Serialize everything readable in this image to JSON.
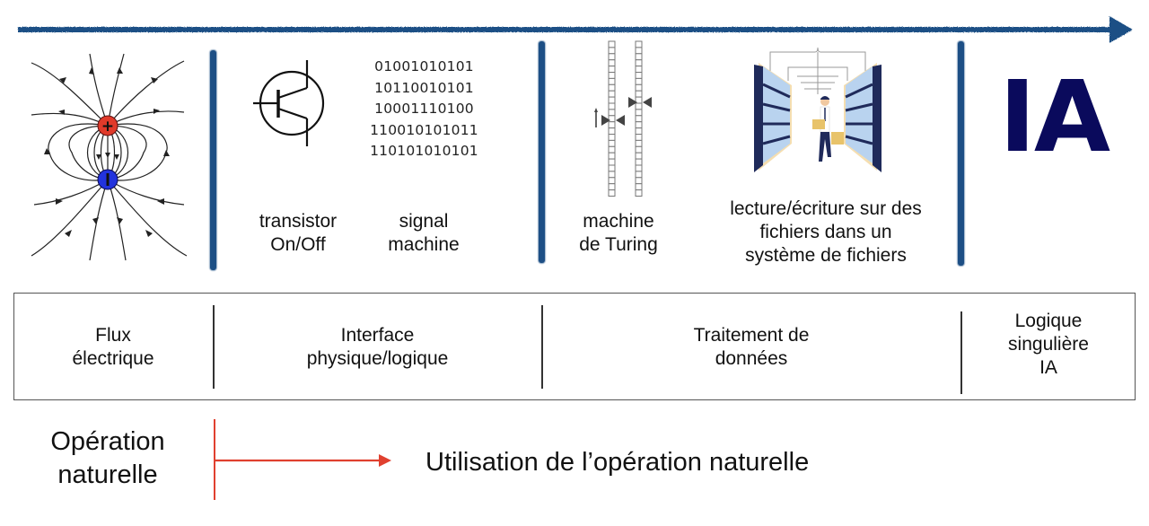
{
  "timeline": {
    "direction": "left-to-right",
    "color": "#1d4f85",
    "separator_color": "#1d4f85"
  },
  "stages": [
    {
      "id": "flux",
      "illustration": "electric-dipole-field-icon",
      "illustration_labels": {
        "positive": "+",
        "negative": "−"
      },
      "captions": []
    },
    {
      "id": "interface",
      "illustration": "transistor-symbol-icon",
      "captions": [
        {
          "lines": [
            "transistor",
            "On/Off"
          ]
        },
        {
          "lines": [
            "signal",
            "machine"
          ]
        }
      ],
      "binary_lines": [
        "01001010101",
        "10110010101",
        "10001110100",
        "110010101011",
        "110101010101"
      ]
    },
    {
      "id": "traitement",
      "illustration": "turing-machine-tapes-icon",
      "captions": [
        {
          "lines": [
            "machine",
            "de Turing"
          ]
        },
        {
          "lines": [
            "lecture/écriture sur des",
            "fichiers dans un",
            "système de fichiers"
          ]
        }
      ],
      "second_illustration": "file-archive-shelves-icon"
    },
    {
      "id": "ia",
      "logo_text": "IA",
      "logo_color": "#0a0a5c",
      "captions": []
    }
  ],
  "table": {
    "cells": [
      {
        "lines": [
          "Flux",
          "électrique"
        ]
      },
      {
        "lines": [
          "Interface",
          "physique/logique"
        ]
      },
      {
        "lines": [
          "Traitement de",
          "données"
        ]
      },
      {
        "lines": [
          "Logique",
          "singulière",
          "IA"
        ]
      }
    ]
  },
  "bottom": {
    "left_label_lines": [
      "Opération",
      "naturelle"
    ],
    "right_label": "Utilisation de l’opération naturelle",
    "arrow_color": "#e0402f"
  },
  "colors": {
    "positive_charge": "#e03a2a",
    "negative_charge": "#2233dd",
    "shelf_dark": "#1f2a5a",
    "shelf_light": "#b9d3ef",
    "shelf_wood": "#f5deb0",
    "box": "#e8c36a"
  }
}
